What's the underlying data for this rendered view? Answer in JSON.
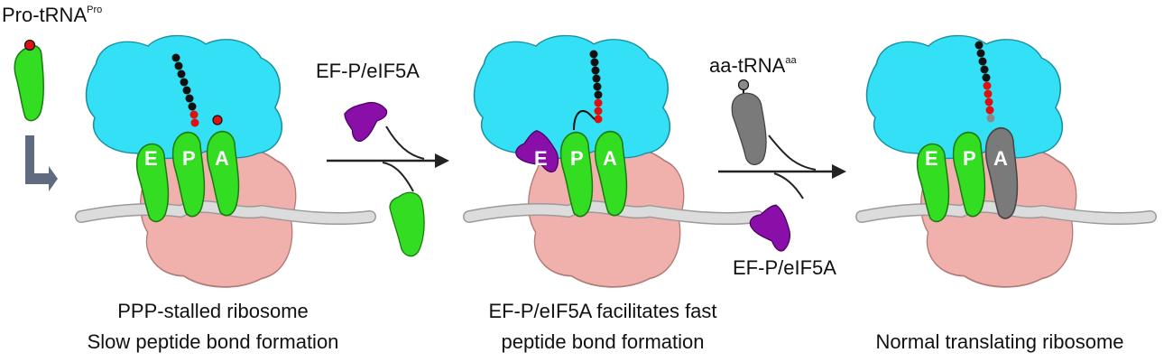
{
  "labels": {
    "pro_trna": "Pro-tRNA",
    "pro_trna_sup": "Pro",
    "efp_top": "EF-P/eIF5A",
    "aa_trna": "aa-tRNA",
    "aa_trna_sup": "aa",
    "efp_bottom": "EF-P/eIF5A"
  },
  "sites": {
    "e": "E",
    "p": "P",
    "a": "A"
  },
  "captions": {
    "left_line1": "PPP-stalled ribosome",
    "left_line2": "Slow peptide bond formation",
    "middle_line1": "EF-P/eIF5A facilitates fast",
    "middle_line2": "peptide bond formation",
    "right_line1": "Normal translating ribosome"
  },
  "colors": {
    "large_subunit": "#33e0f5",
    "small_subunit": "#f0b0ac",
    "trna": "#33dd22",
    "aa_trna": "#7a7a7a",
    "efp": "#8a0fa8",
    "mrna": "#dcdcdc",
    "chain_black": "#111111",
    "chain_red": "#dd1111",
    "chain_gray": "#8a8a8a",
    "arrow": "#222222",
    "l_arrow": "#5f6b7f"
  }
}
